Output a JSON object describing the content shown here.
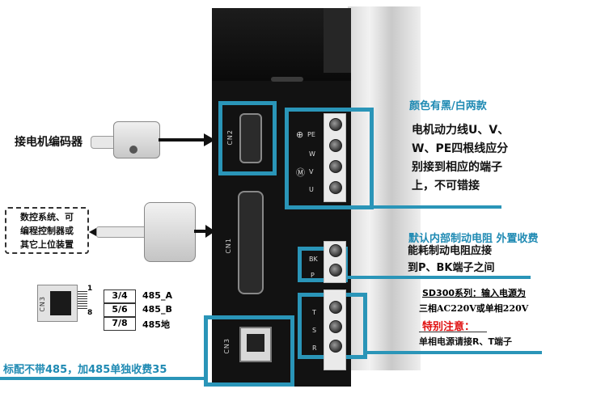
{
  "connectors": {
    "cn2": "CN2",
    "cn1": "CN1",
    "cn3": "CN3"
  },
  "terminals": {
    "motor": [
      "PE",
      "W",
      "V",
      "U"
    ],
    "brake": [
      "BK",
      "P"
    ],
    "power": [
      "T",
      "S",
      "R"
    ]
  },
  "labels": {
    "encoder": "接电机编码器",
    "controller": "数控系统、可\n编程控制器或\n其它上位装置",
    "color_options": "颜色有黑/白两款",
    "motor_power": "电机动力线U、V、\nW、PE四根线应分\n别接到相应的端子\n上，不可错接",
    "brake_resistor": "默认内部制动电阻 外置收费",
    "brake_connect": "能耗制动电阻应接\n到P、BK端子之间",
    "power_model": "SD300系列：输入电源为",
    "power_input": "三相AC220V或单相220V",
    "special_note": "特别注意：",
    "single_phase": "单相电源请接R、T端子",
    "rs485_note": "标配不带485，加485单独收费35"
  },
  "pinout": {
    "connector_label": "CN3",
    "pin_top": "1",
    "pin_bottom": "8",
    "rows": [
      {
        "pins": "3/4",
        "signal": "485_A"
      },
      {
        "pins": "5/6",
        "signal": "485_B"
      },
      {
        "pins": "7/8",
        "signal": "485地"
      }
    ]
  },
  "colors": {
    "accent": "#2a95b8",
    "note_red": "#e01010"
  }
}
